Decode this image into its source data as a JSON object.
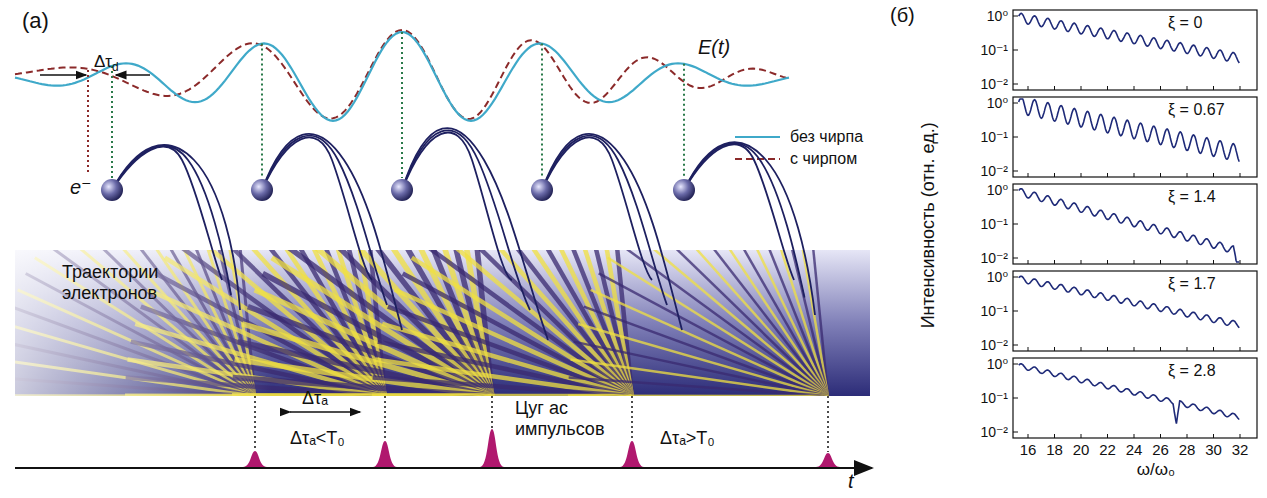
{
  "diagram": {
    "labels": [
      "(а)",
      "E(t)",
      "Δτd",
      "e⁻",
      "Траектории электронов",
      "Δτₐ",
      "Δτₐ<T₀",
      "Цуг ас импульсов",
      "Δτₐ>T₀",
      "t",
      "(б)",
      "Интенсивность (отн. ед.)",
      "ξ = 0",
      "ξ = 0.67",
      "ξ = 1.4",
      "ξ = 1.7",
      "ξ = 2.8",
      "10⁰",
      "10⁻¹",
      "10⁻²",
      "10⁰",
      "10⁻¹",
      "10⁻²",
      "10⁰",
      "10⁻¹",
      "10⁻²",
      "10⁰",
      "10⁻¹",
      "10⁻²",
      "10⁰",
      "10⁻¹",
      "10⁻²",
      "16",
      "18",
      "20",
      "22",
      "24",
      "26",
      "28",
      "30",
      "32",
      "ω/ω₀"
    ],
    "legend": [
      {
        "text": "без чирпа"
      },
      {
        "text": "с чирпом"
      }
    ]
  }
}
